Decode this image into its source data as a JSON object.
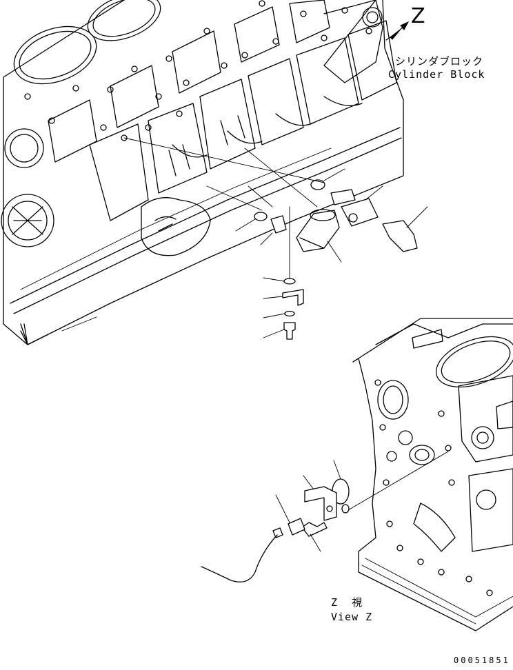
{
  "view_marker": "Z",
  "block_label": {
    "japanese": "シリンダブロック",
    "english": "Cylinder Block"
  },
  "view_label": {
    "japanese": "Z  視",
    "english": "View Z"
  },
  "document_number": "00051851"
}
